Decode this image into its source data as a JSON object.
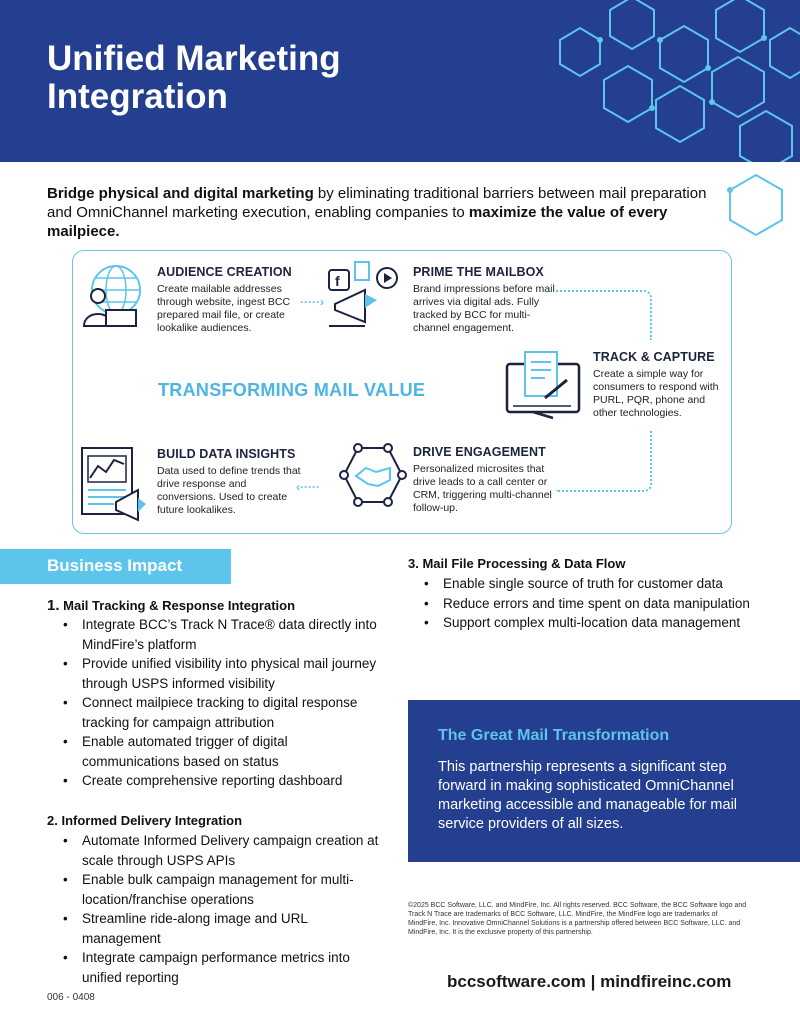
{
  "header": {
    "title": "Unified Marketing Integration",
    "bg_color": "#243f8f",
    "hex_color": "#5dc4eb"
  },
  "intro": {
    "bold1": "Bridge physical and digital marketing",
    "text1": " by eliminating traditional barriers between mail preparation and OmniChannel marketing execution, enabling companies to ",
    "bold2": "maximize the value of every mailpiece."
  },
  "flow": {
    "center_title": "TRANSFORMING MAIL VALUE",
    "steps": [
      {
        "title": "AUDIENCE CREATION",
        "desc": "Create mailable addresses through website, ingest BCC prepared mail file, or create lookalike audiences.",
        "icon": "globe-person-laptop-icon"
      },
      {
        "title": "PRIME THE MAILBOX",
        "desc": "Brand impressions before mail arrives via digital ads. Fully tracked by BCC for multi-channel engagement.",
        "icon": "megaphone-social-icon"
      },
      {
        "title": "TRACK & CAPTURE",
        "desc": "Create a simple way for consumers to respond with PURL, PQR, phone and other technologies.",
        "icon": "monitor-document-icon"
      },
      {
        "title": "DRIVE ENGAGEMENT",
        "desc": "Personalized microsites that drive leads to a call center or CRM, triggering multi-channel follow-up.",
        "icon": "handshake-network-icon"
      },
      {
        "title": "BUILD DATA INSIGHTS",
        "desc": "Data used to define trends that drive response and conversions. Used to create future lookalikes.",
        "icon": "chart-megaphone-icon"
      }
    ]
  },
  "business_impact": {
    "heading": "Business Impact",
    "sections": [
      {
        "num": "1.",
        "title": "Mail Tracking & Response Integration",
        "items": [
          "Integrate BCC’s Track N Trace® data directly into MindFire’s platform",
          "Provide unified visibility into physical mail journey through USPS informed visibility",
          "Connect mailpiece tracking to digital response tracking for campaign attribution",
          "Enable automated trigger of digital communications based on status",
          "Create comprehensive reporting dashboard"
        ]
      },
      {
        "num": "2.",
        "title": "Informed Delivery Integration",
        "items": [
          "Automate Informed Delivery campaign creation at scale through USPS APIs",
          "Enable bulk campaign management for multi-location/franchise operations",
          "Streamline ride-along image and URL management",
          "Integrate campaign performance metrics into unified reporting"
        ]
      },
      {
        "num": "3.",
        "title": "Mail File Processing & Data Flow",
        "items": [
          "Enable single source of truth for customer data",
          "Reduce errors and time spent on data manipulation",
          "Support complex multi-location data management"
        ]
      }
    ]
  },
  "callout": {
    "title": "The Great Mail Transformation",
    "text": "This partnership represents a significant step forward in making sophisticated OmniChannel marketing accessible and manageable for mail service providers of all sizes."
  },
  "footer": {
    "legal": "©2025 BCC Software, LLC. and MindFire, Inc. All rights reserved. BCC Software, the BCC Software logo and Track N Trace are trademarks of BCC Software, LLC. MindFire, the MindFire logo are trademarks of MindFire, Inc. Innovative OmniChannel Solutions is a partnership offered between BCC Software, LLC. and MindFire, Inc. It is the exclusive property of this partnership.",
    "urls": "bccsoftware.com | mindfireinc.com",
    "doc_code": "006 - 0408"
  }
}
